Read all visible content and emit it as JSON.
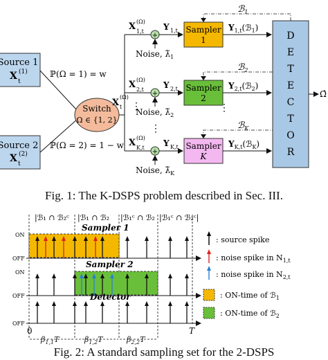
{
  "fig1": {
    "source1": {
      "name": "Source 1",
      "sym": "X",
      "sup": "(1)",
      "sub": "t"
    },
    "source2": {
      "name": "Source 2",
      "sym": "X",
      "sup": "(2)",
      "sub": "t"
    },
    "prob_top": "ℙ(Ω = 1) = w",
    "prob_bottom": "ℙ(Ω = 2) = 1 − w",
    "switch": {
      "line1": "Switch",
      "line2": "Ω ∈ {1, 2}"
    },
    "switch_out": "X",
    "switch_out_sup": "(Ω)",
    "switch_out_sub": "t",
    "branches": [
      {
        "x_sub": "1,t",
        "y_label": "Y",
        "y_sub": "1,t",
        "noise": "Noise, λ̃",
        "noise_sub": "1",
        "sampler_l1": "Sampler",
        "sampler_l2": "1",
        "out_label": "Y",
        "out_sub": "1,t",
        "out_arg": "(ℬ",
        "out_arg_sub": "1",
        "b": "ℬ",
        "b_sub": "1",
        "color": "#f5b800"
      },
      {
        "x_sub": "2,t",
        "y_label": "Y",
        "y_sub": "2,t",
        "noise": "Noise, λ̃",
        "noise_sub": "2",
        "sampler_l1": "Sampler",
        "sampler_l2": "2",
        "out_label": "Y",
        "out_sub": "2,t",
        "out_arg": "(ℬ",
        "out_arg_sub": "2",
        "b": "ℬ",
        "b_sub": "2",
        "color": "#6abf3a"
      },
      {
        "x_sub": "K,t",
        "y_label": "Y",
        "y_sub": "K,t",
        "noise": "Noise, λ̃",
        "noise_sub": "K",
        "sampler_l1": "Sampler",
        "sampler_l2": "K",
        "out_label": "Y",
        "out_sub": "K,t",
        "out_arg": "(ℬ",
        "out_arg_sub": "K",
        "b": "ℬ",
        "b_sub": "K",
        "color": "#f4b8f0"
      }
    ],
    "x_sym": "X",
    "x_sup": "(Ω)",
    "detector_letters": [
      "D",
      "E",
      "T",
      "E",
      "C",
      "T",
      "O",
      "R"
    ],
    "output": "Ω̂",
    "caption": "Fig. 1: The K-DSPS problem described in Sec. III."
  },
  "fig2": {
    "header_labels": [
      "|ℬ₁ ∩ ℬ₂ᶜ",
      "|ℬ₁ ∩ ℬ₂",
      "|ℬ₁ᶜ ∩ ℬ₂",
      "|ℬ₁ᶜ ∩ ℬ₂ᶜ|"
    ],
    "row1_title": "Sampler 1",
    "row2_title": "Sampler 2",
    "row3_title": "Detector",
    "on": "ON",
    "off": "OFF",
    "legend": [
      {
        "text": ": source spike",
        "color": "#000000"
      },
      {
        "text": ": noise spike in N",
        "sub": "1,t",
        "color": "#e02020"
      },
      {
        "text": ": noise spike in N",
        "sub": "2,t",
        "color": "#2a7fd4"
      },
      {
        "text": ": ON-time of ℬ",
        "sub": "1",
        "color": "#f5b800"
      },
      {
        "text": ": ON-time of ℬ",
        "sub": "2",
        "color": "#6abf3a"
      }
    ],
    "origin": "0",
    "t_end": "T",
    "beta_labels": [
      "β",
      "β",
      "β"
    ],
    "beta_subs": [
      "1,1",
      "1,2",
      "2,2"
    ],
    "beta_T": "T",
    "caption": "Fig. 2: A standard sampling set for the 2-DSPS"
  }
}
